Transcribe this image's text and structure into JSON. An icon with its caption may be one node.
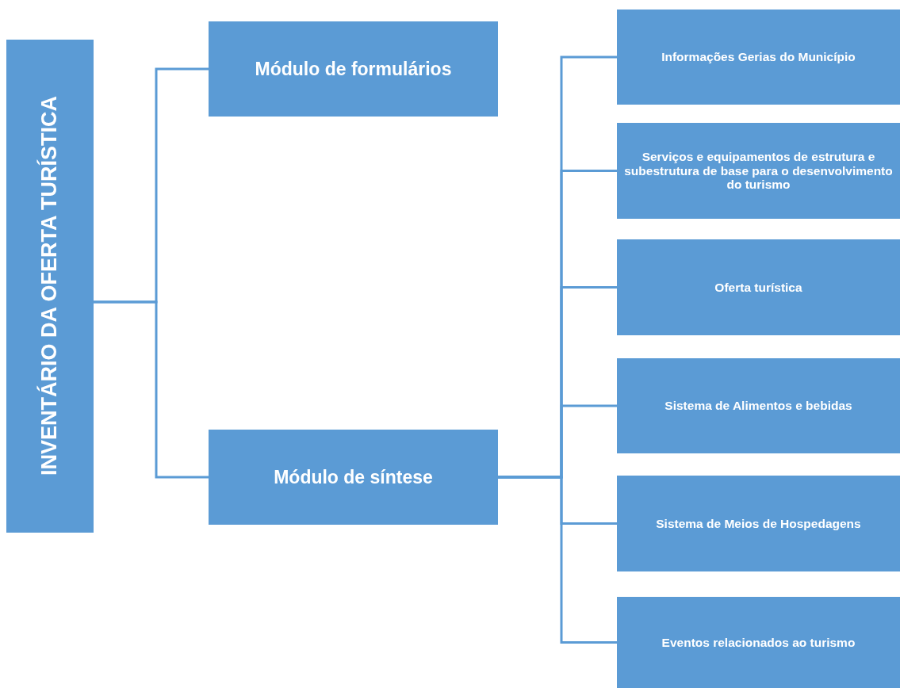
{
  "diagram": {
    "nodes": [
      {
        "text": [
          "INVENTÁRIO DA OFERTA TURÍSTICA"
        ]
      },
      {
        "text": [
          "Módulo de formulários"
        ]
      },
      {
        "text": [
          "Módulo de síntese"
        ]
      },
      {
        "text": [
          "Informações Gerias do Município"
        ]
      },
      {
        "text": [
          "Serviços e equipamentos de estrutura e subestrutura de base para o desenvolvimento do turismo"
        ]
      },
      {
        "text": [
          "Oferta turística"
        ]
      },
      {
        "text": [
          "Sistema de Alimentos e bebidas"
        ]
      },
      {
        "text": [
          "Sistema de Meios de Hospedagens"
        ]
      },
      {
        "text": [
          "Eventos relacionados ao turismo"
        ]
      }
    ],
    "edges": [
      {
        "from": 0,
        "to": 1,
        "arrow": "none"
      },
      {
        "from": 0,
        "to": 2,
        "arrow": "none"
      },
      {
        "from": 2,
        "to": 3,
        "arrow": "none"
      },
      {
        "from": 2,
        "to": 4,
        "arrow": "none"
      },
      {
        "from": 2,
        "to": 5,
        "arrow": "none"
      },
      {
        "from": 2,
        "to": 6,
        "arrow": "none"
      },
      {
        "from": 2,
        "to": 7,
        "arrow": "none"
      },
      {
        "from": 2,
        "to": 8,
        "arrow": "none"
      }
    ]
  }
}
